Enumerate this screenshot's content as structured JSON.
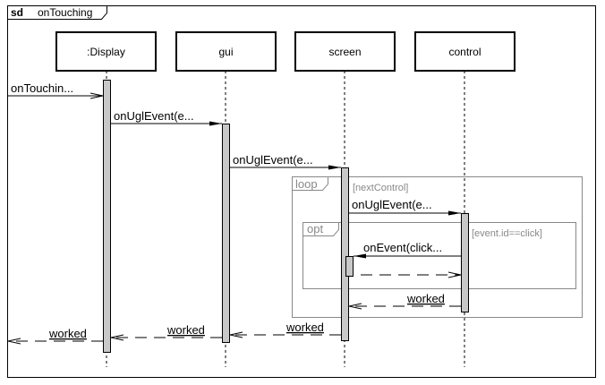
{
  "diagram": {
    "kind": "sd",
    "name": "onTouching"
  },
  "lifelines": [
    {
      "label": ":Display"
    },
    {
      "label": "gui"
    },
    {
      "label": "screen"
    },
    {
      "label": "control"
    }
  ],
  "messages": [
    {
      "label": "onTouchin...",
      "from": "external",
      "to": ":Display",
      "type": "async"
    },
    {
      "label": "onUglEvent(e...",
      "from": ":Display",
      "to": "gui",
      "type": "sync"
    },
    {
      "label": "onUglEvent(e...",
      "from": "gui",
      "to": "screen",
      "type": "sync"
    },
    {
      "label": "onUglEvent(e...",
      "from": "screen",
      "to": "control",
      "type": "sync"
    },
    {
      "label": "onEvent(click...",
      "from": "control",
      "to": "screen",
      "type": "sync"
    },
    {
      "label": "",
      "from": "screen",
      "to": "control",
      "type": "return"
    },
    {
      "label": "worked",
      "from": "control",
      "to": "screen",
      "type": "return"
    },
    {
      "label": "worked",
      "from": "screen",
      "to": "gui",
      "type": "return"
    },
    {
      "label": "worked",
      "from": "gui",
      "to": ":Display",
      "type": "return"
    },
    {
      "label": "worked",
      "from": ":Display",
      "to": "external",
      "type": "return"
    }
  ],
  "fragments": [
    {
      "operator": "loop",
      "guard": "[nextControl]"
    },
    {
      "operator": "opt",
      "guard": "[event.id==click]"
    }
  ]
}
